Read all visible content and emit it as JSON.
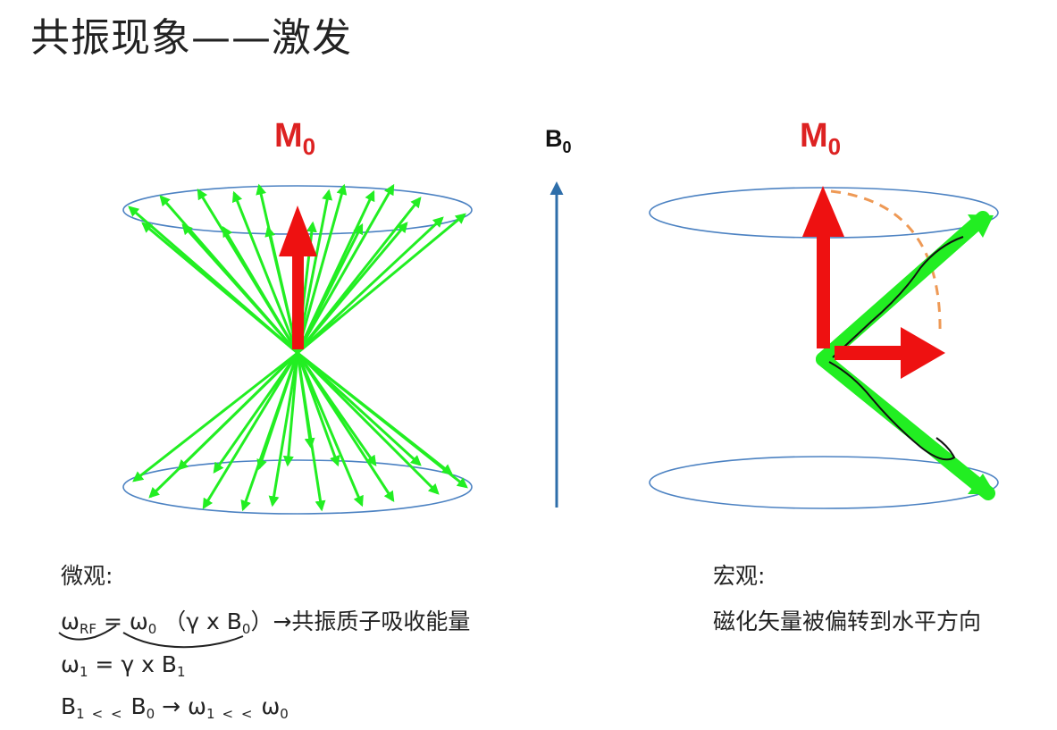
{
  "title": "共振现象——激发",
  "labels": {
    "m0_main": "M",
    "m0_sub": "0",
    "b0_main": "B",
    "b0_sub": "0"
  },
  "colors": {
    "axis": "#2e6eaa",
    "ellipse": "#4c82c2",
    "spin": "#22ee22",
    "magnetization": "#ee1111",
    "label_red": "#dd2222",
    "trajectory": "#ee9955",
    "annotation": "#111111"
  },
  "micro": {
    "heading": "微观:",
    "eq1": {
      "w": "ω",
      "rf": "RF",
      "eq": " = ",
      "w0": "ω",
      "w0_sub": "0",
      "paren": " （γ  x B",
      "paren_sub": "0",
      "close": "）→共振质子吸收能量"
    },
    "eq2": {
      "w": "ω",
      "sub1": "1",
      "mid": " = γ  x B",
      "sub2": "1"
    },
    "eq3": {
      "b": "B",
      "b_sub": "1",
      "ll1": "< <",
      "mid": " B",
      "b0_sub": "0",
      "arrow": " → ω",
      "w_sub": "1",
      "ll2": "< <",
      "w0": " ω",
      "w0_sub": "0"
    }
  },
  "macro": {
    "heading": "宏观:",
    "desc": "磁化矢量被偏转到水平方向"
  }
}
